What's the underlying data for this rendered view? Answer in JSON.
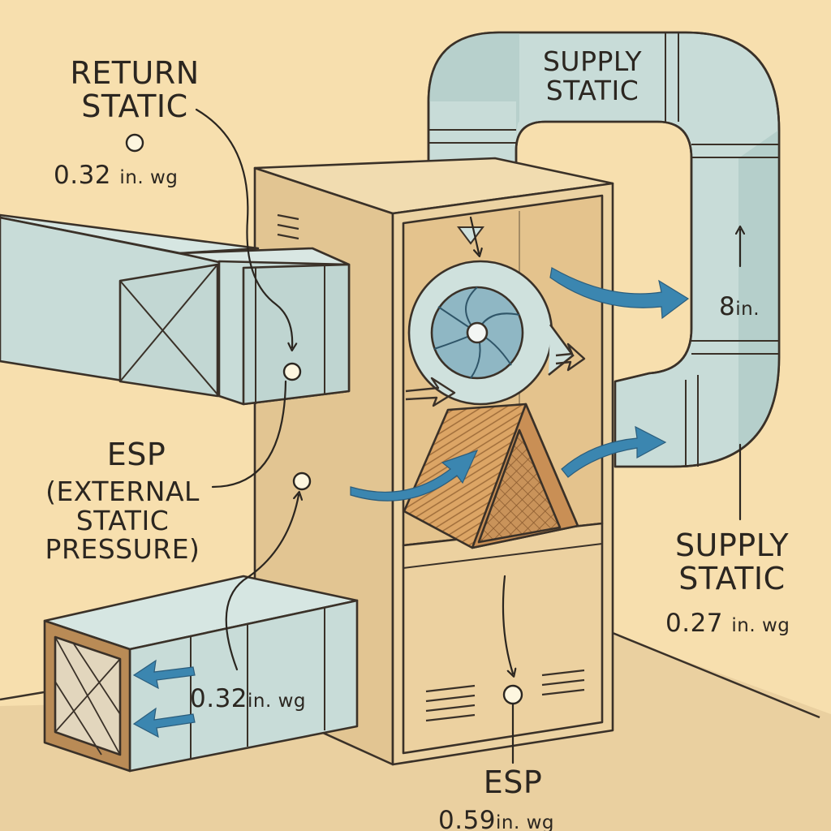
{
  "labels": {
    "return_static": {
      "title_line1": "RETURN",
      "title_line2": "STATIC",
      "value": "0.32",
      "unit": "in. wg"
    },
    "supply_static_top": {
      "line1": "SUPPLY",
      "line2": "STATIC"
    },
    "duct_size": {
      "value": "8",
      "unit": "in."
    },
    "esp_left": {
      "line1": "ESP",
      "line2": "(EXTERNAL",
      "line3": "STATIC",
      "line4": "PRESSURE)"
    },
    "supply_static_right": {
      "line1": "SUPPLY",
      "line2": "STATIC",
      "value": "0.27",
      "unit": "in. wg"
    },
    "filter_reading": {
      "value": "0.32",
      "unit": "in. wg"
    },
    "esp_bottom": {
      "line1": "ESP",
      "value": "0.59",
      "unit": "in. wg"
    }
  },
  "colors": {
    "background": "#f7dfae",
    "duct": "#c8dcd8",
    "cabinet": "#ecd3a3",
    "coil": "#d99e57",
    "airflow_arrow": "#3b86b0",
    "ink": "#2b2620"
  }
}
